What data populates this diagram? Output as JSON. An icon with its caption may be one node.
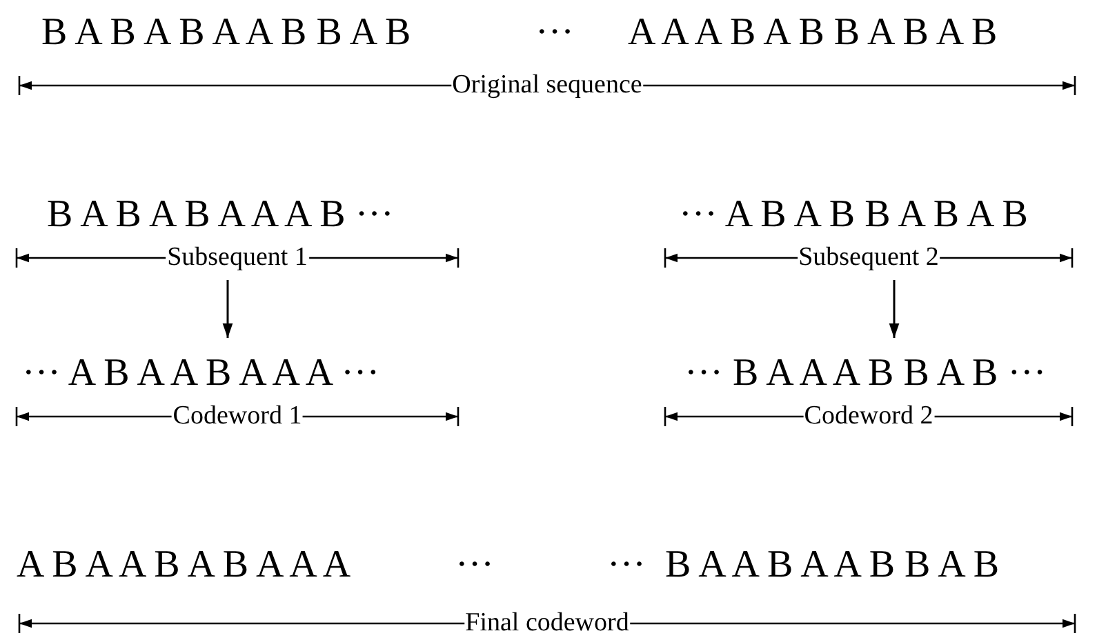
{
  "diagram": {
    "nodes": [
      {
        "text": [
          "B A B A B A A A B ···",
          "Subsequent 1"
        ]
      },
      {
        "text": [
          "··· A B A A B A A A ···",
          "Codeword 1"
        ]
      },
      {
        "text": [
          "··· A B A B B A B A B",
          "Subsequent 2"
        ]
      },
      {
        "text": [
          "··· B A A A B B A B ···",
          "Codeword 2"
        ]
      }
    ],
    "edges": [
      {
        "from": 0,
        "to": 1,
        "arrow": "to"
      },
      {
        "from": 2,
        "to": 3,
        "arrow": "to"
      }
    ],
    "labels": [
      "B A B A B A A B B A B",
      "···",
      "A A A B A B B A B A B",
      "Original sequence",
      "A B A A B A B A A A",
      "···",
      "···",
      "B A A B A A B B A B",
      "Final codeword"
    ]
  }
}
